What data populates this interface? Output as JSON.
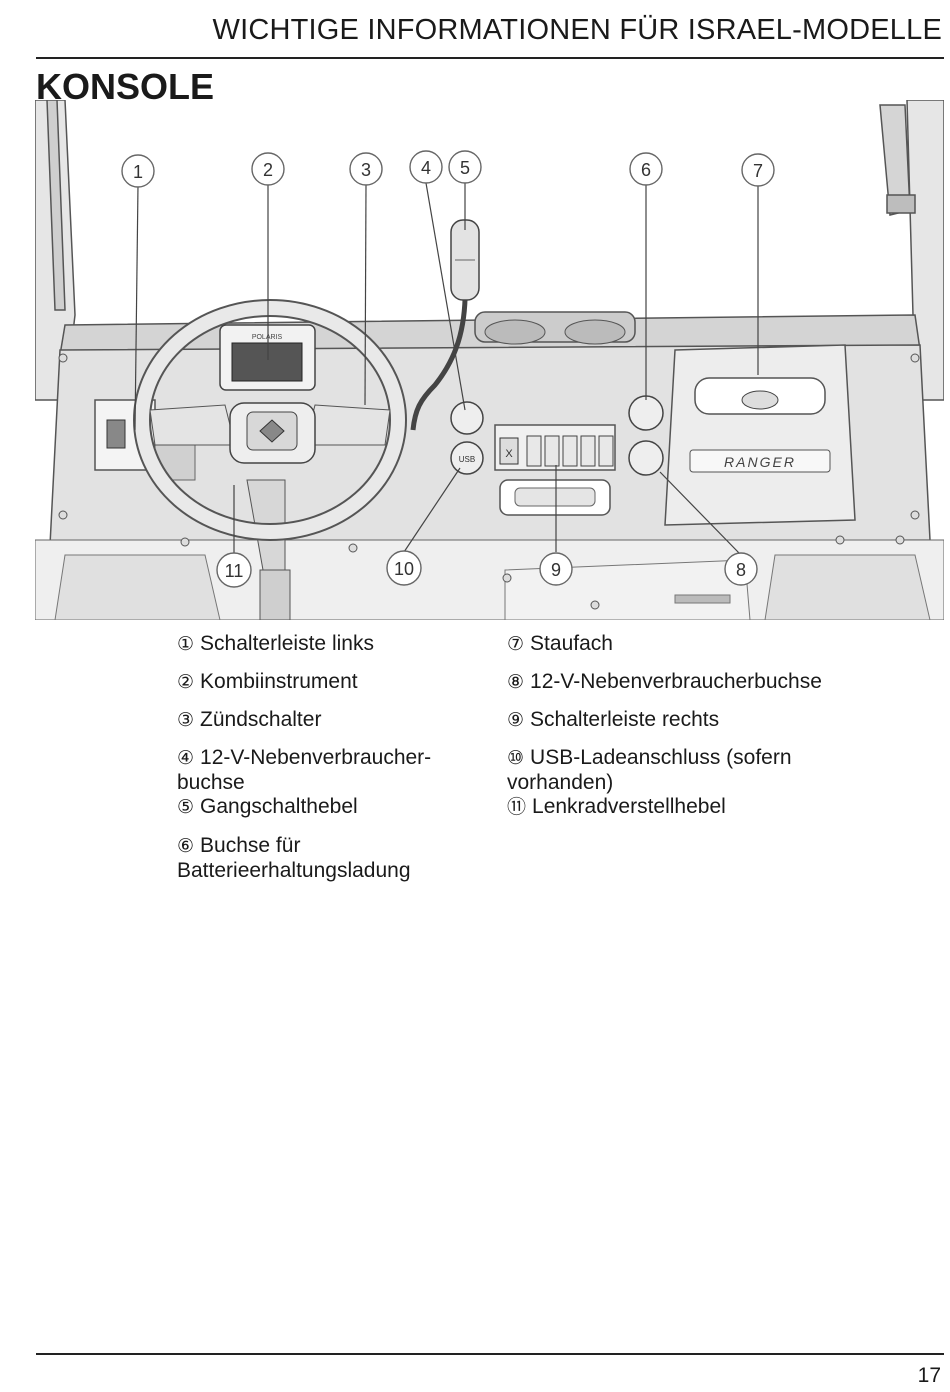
{
  "header": {
    "title": "WICHTIGE INFORMATIONEN FÜR ISRAEL-MODELLE"
  },
  "section": {
    "title": "KONSOLE"
  },
  "figure": {
    "callouts": [
      "1",
      "2",
      "3",
      "4",
      "5",
      "6",
      "7",
      "8",
      "9",
      "10",
      "11"
    ],
    "gauge_brand": "POLARIS",
    "glovebox_brand": "RANGER",
    "usb_mark": "USB",
    "switch_mark": "X"
  },
  "legend": {
    "left": [
      {
        "num": "①",
        "text": "Schalterleiste links"
      },
      {
        "num": "②",
        "text": "Kombiinstrument"
      },
      {
        "num": "③",
        "text": "Zündschalter"
      },
      {
        "num": "④",
        "text": "12-V-Nebenverbraucher-buchse"
      },
      {
        "num": "⑤",
        "text": "Gangschalthebel"
      },
      {
        "num": "⑥",
        "text": "Buchse für Batterieerhaltungsladung"
      }
    ],
    "right": [
      {
        "num": "⑦",
        "text": "Staufach"
      },
      {
        "num": "⑧",
        "text": "12-V-Nebenverbraucherbuchse"
      },
      {
        "num": "⑨",
        "text": "Schalterleiste rechts"
      },
      {
        "num": "⑩",
        "text": "USB-Ladeanschluss (sofern vorhanden)"
      },
      {
        "num": "⑪",
        "text": "Lenkradverstellhebel"
      }
    ]
  },
  "footer": {
    "page_number": "17"
  }
}
